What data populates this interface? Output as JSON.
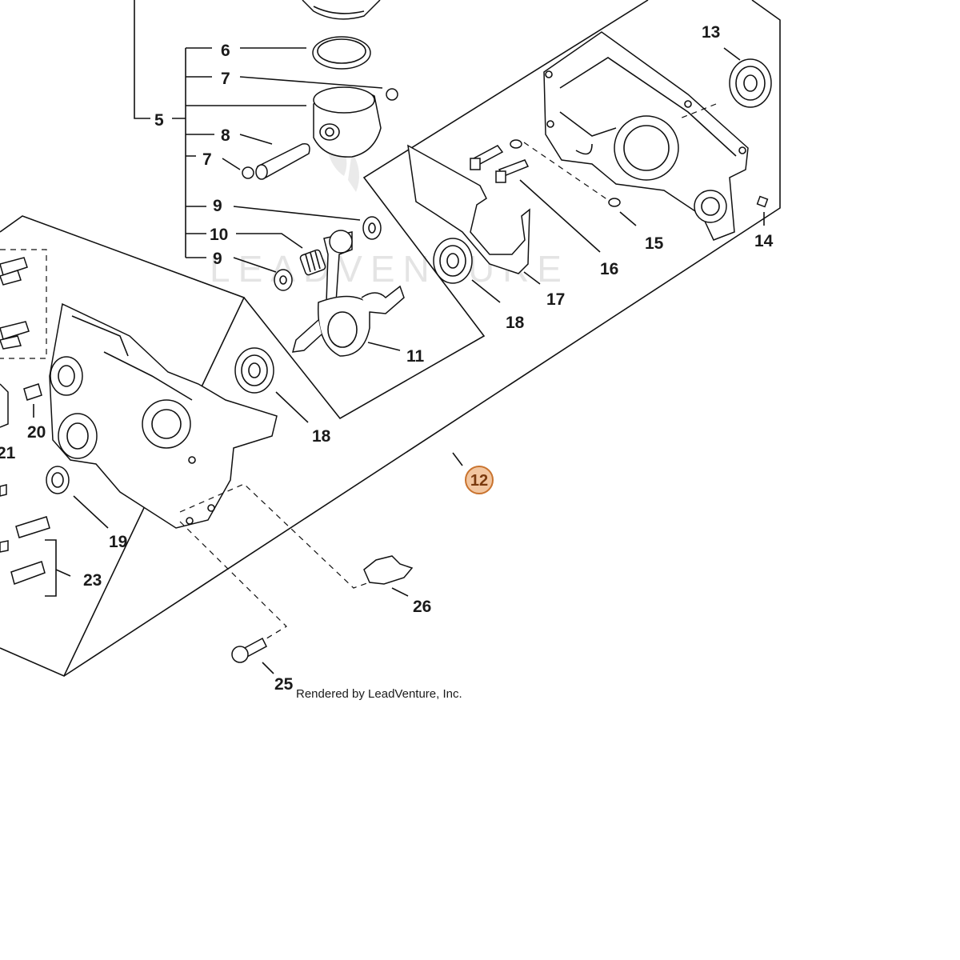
{
  "callouts": {
    "c5": "5",
    "c6": "6",
    "c7a": "7",
    "c7b": "7",
    "c8": "8",
    "c9a": "9",
    "c9b": "9",
    "c10": "10",
    "c11": "11",
    "c13": "13",
    "c14": "14",
    "c15": "15",
    "c16": "16",
    "c17": "17",
    "c18a": "18",
    "c18b": "18",
    "c19": "19",
    "c20": "20",
    "c21": "21",
    "c23": "23",
    "c25": "25",
    "c26": "26"
  },
  "highlight": {
    "label": "12",
    "fill": "#f2c6a0",
    "stroke": "#c9732e"
  },
  "watermark": "LEADVENTURE",
  "credit": "Rendered by LeadVenture, Inc."
}
